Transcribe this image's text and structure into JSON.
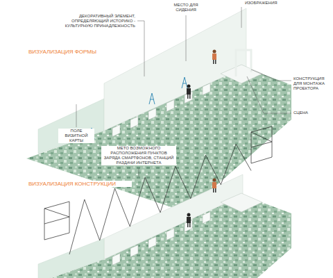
{
  "diagram": {
    "labels": [
      "ИЗОБРАЖЕНИЯ",
      "МЕСТО ДЛЯ СИДЕНИЯ",
      "ДЕКОРАТИВНЫЙ ЭЛЕМЕНТ, ОПРЕДЕЛЯЮЩИЙ ИСТОРИКО - КУЛЬТУРНУЮ ПРИНАДЛЕЖНОСТЬ",
      "ВИЗУАЛИЗАЦИЯ ФОРМЫ",
      "КОНСТРУКЦИЯ ДЛЯ МОНТАЖА ПРОЕКТОРА",
      "СЦЕНА",
      "ПОЛЕ ВИЗИТНОЙ КАРТЫ",
      "МЕТО ВОЗМОЖНОГО РАСПОЛОЖЕНИЯ ПУНКТОВ ЗАРЯДА СМАРТФОНОВ, СТАНЦИЙ РАЗДАЧИ ИНТЕРНЕТА",
      "ВИЗУАЛИЗАЦИЯ КОНСТРУКЦИИ"
    ]
  }
}
